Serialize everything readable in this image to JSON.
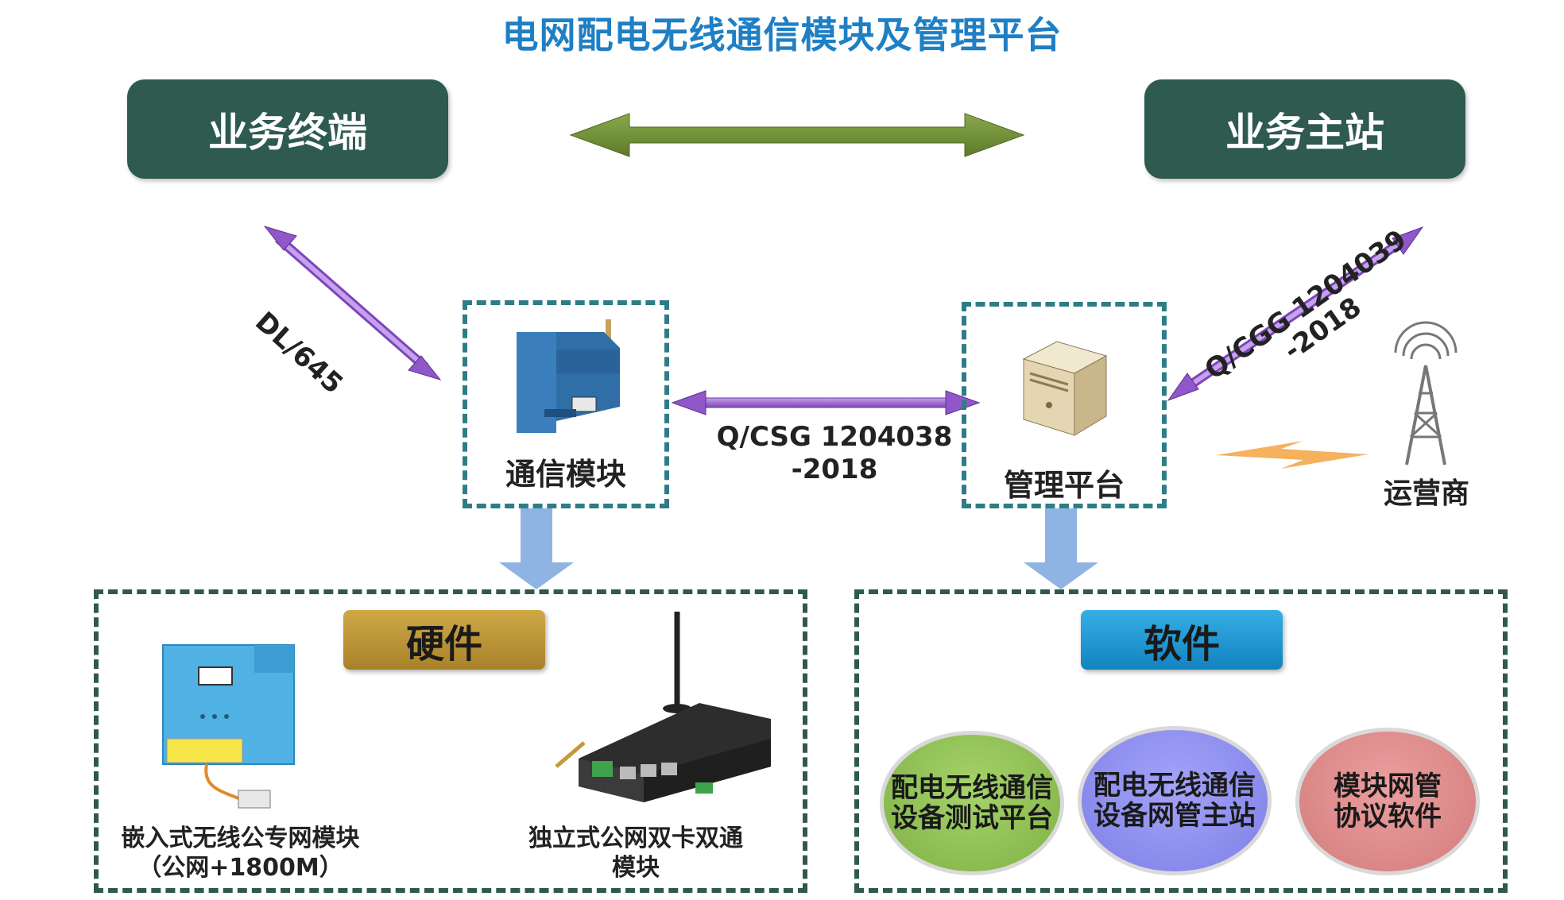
{
  "title": "电网配电无线通信模块及管理平台",
  "top_left": "业务终端",
  "top_right": "业务主站",
  "protocol_left": "DL/645",
  "protocol_right_line1": "Q/CGG 1204039",
  "protocol_right_line2": "-2018",
  "protocol_middle_line1": "Q/CSG 1204038",
  "protocol_middle_line2": "-2018",
  "module_label": "通信模块",
  "platform_label": "管理平台",
  "operator_label": "运营商",
  "hardware": {
    "header": "硬件",
    "item1_line1": "嵌入式无线公专网模块",
    "item1_line2": "（公网+1800M）",
    "item2_line1": "独立式公网双卡双通",
    "item2_line2": "模块"
  },
  "software": {
    "header": "软件",
    "oval1_line1": "配电无线通信",
    "oval1_line2": "设备测试平台",
    "oval2_line1": "配电无线通信",
    "oval2_line2": "设备网管主站",
    "oval3_line1": "模块网管",
    "oval3_line2": "协议软件"
  },
  "colors": {
    "title": "#1f7fc4",
    "top_box": "#2e5a4f",
    "green_arrow": "#6f8f35",
    "purple_arrow": "#9a63cf",
    "down_arrow": "#8fb4e3",
    "hardware_header": "#c39a35",
    "software_header": "#1a8fd0",
    "oval_green": "#93c15b",
    "oval_blue": "#8f8ff0",
    "oval_red": "#e08e8e"
  }
}
